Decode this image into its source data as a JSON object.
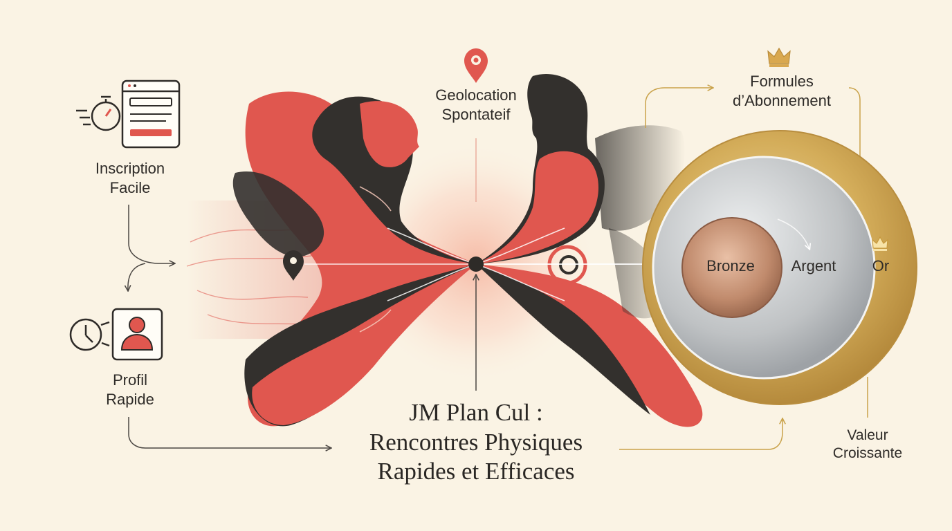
{
  "features": {
    "signup": {
      "line1": "Inscription",
      "line2": "Facile"
    },
    "profile": {
      "line1": "Profil",
      "line2": "Rapide"
    },
    "geolocation": {
      "line1": "Geolocation",
      "line2": "Spontateif"
    }
  },
  "subscriptions": {
    "heading_line1": "Formules",
    "heading_line2": "d’Abonnement",
    "tiers": [
      "Bronze",
      "Argent",
      "Or"
    ],
    "value_line1": "Valeur",
    "value_line2": "Croissante"
  },
  "title": {
    "line1": "JM Plan Cul :",
    "line2": "Rencontres Physiques",
    "line3": "Rapides et Efficaces"
  },
  "colors": {
    "background": "#faf3e4",
    "accent_red": "#e0574f",
    "dark": "#33302d",
    "gold": "#c9a24a",
    "silver": "#b9bcbf",
    "bronze": "#b87e62"
  }
}
